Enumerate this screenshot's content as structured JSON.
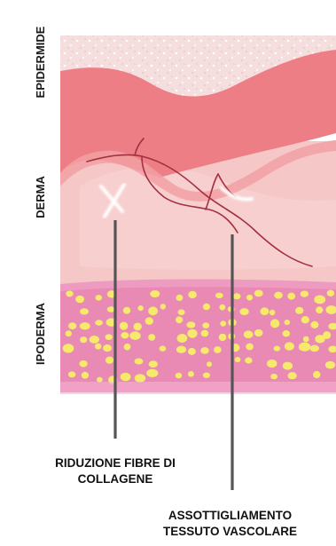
{
  "layers": {
    "epidermide": "EPIDERMIDE",
    "derma": "DERMA",
    "ipoderma": "IPODERMA"
  },
  "annotations": {
    "collagen": [
      "RIDUZIONE FIBRE DI",
      "COLLAGENE"
    ],
    "vascular": [
      "ASSOTTIGLIAMENTO",
      "TESSUTO VASCOLARE"
    ]
  },
  "colors": {
    "epidermis_surface": "#f3dada",
    "epidermis_band": "#ee7e86",
    "dermis": "#f6c7c7",
    "hypodermis": "#e88ab4",
    "fat_cells": "#f7e96b",
    "vessel": "#a33040",
    "pointer": "#555555"
  }
}
